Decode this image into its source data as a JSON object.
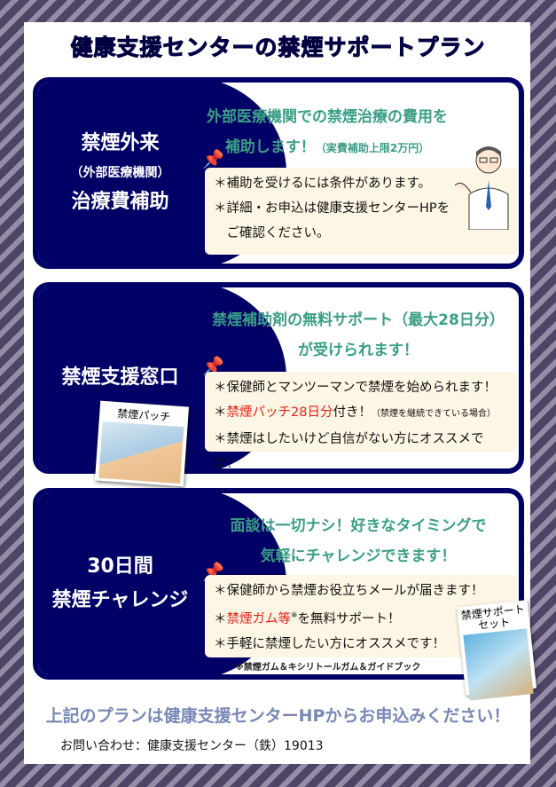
{
  "title": "健康支援センターの禁煙サポートプラン",
  "plans": [
    {
      "left": [
        "禁煙外来",
        "（外部医療機関）",
        "治療費補助"
      ],
      "headline": [
        "外部医療機関での禁煙治療の費用を",
        "補助します！",
        "（実費補助上限2万円）"
      ],
      "items": [
        "＊補助を受けるには条件があります。",
        "＊詳細・お申込は健康支援センターHPを",
        "　ご確認ください。"
      ]
    },
    {
      "left": [
        "禁煙支援窓口"
      ],
      "headline": [
        "禁煙補助剤の無料サポート（最大28日分）",
        "が受けられます！"
      ],
      "items": [
        "＊保健師とマンツーマンで禁煙を始められます！",
        "＊",
        "禁煙パッチ28日分",
        "付き！",
        "（禁煙を継続できている場合）",
        "＊禁煙はしたいけど自信がない方にオススメです！"
      ],
      "photo_label": "禁煙パッチ"
    },
    {
      "left": [
        "30日間",
        "禁煙チャレンジ"
      ],
      "headline": [
        "面談は一切ナシ！好きなタイミングで",
        "気軽にチャレンジできます！"
      ],
      "items": [
        "＊保健師から禁煙お役立ちメールが届きます！",
        "＊",
        "禁煙ガム等",
        "※",
        "を無料サポート！",
        "＊手軽に禁煙したい方にオススメです！"
      ],
      "note": "※禁煙ガム＆キシリトールガム＆ガイドブック",
      "photo_label": "禁煙サポートセット"
    }
  ],
  "footer": "上記のプランは健康支援センターHPからお申込みください！",
  "contact": "お問い合わせ：健康支援センター（鉄）19013"
}
